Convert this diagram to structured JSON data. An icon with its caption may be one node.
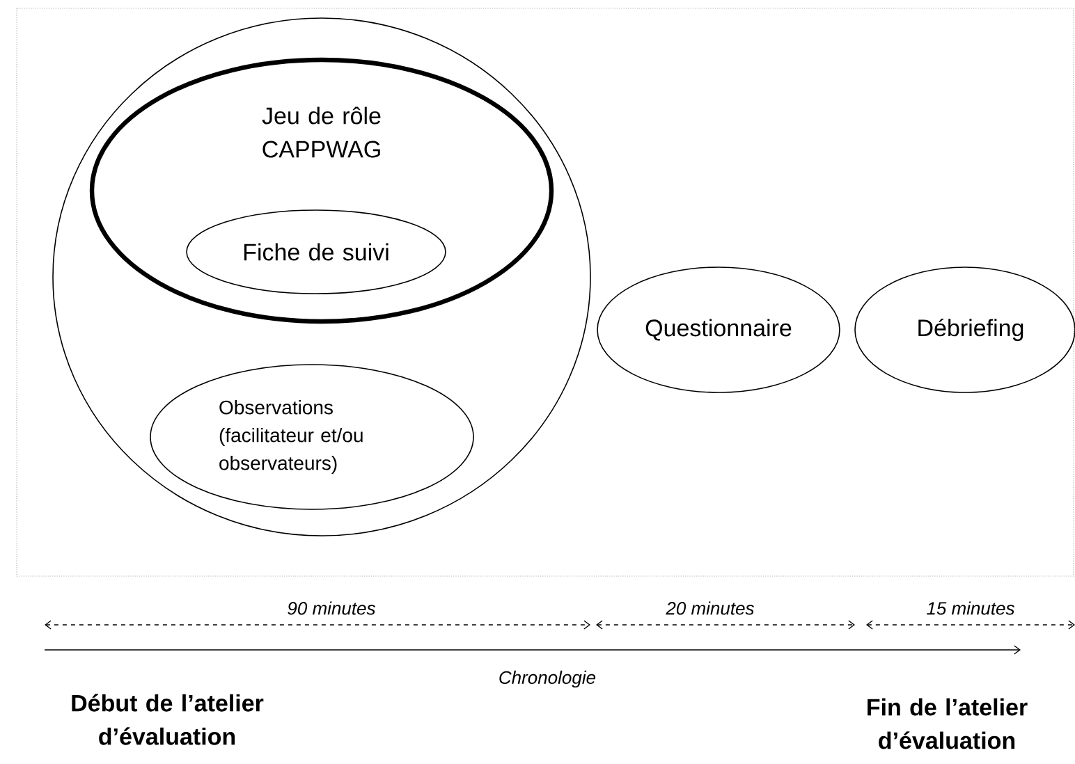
{
  "diagram": {
    "nodes": [
      {
        "text": [],
        "shape": "circle"
      },
      {
        "text": [
          "Jeu de rôle CAPPWAG"
        ],
        "in": 0
      },
      {
        "text": [
          "Fiche de suivi"
        ],
        "in": 1
      },
      {
        "text": [
          "Observations (facilitateur et/ou observateurs)"
        ],
        "in": 0
      },
      {
        "text": [
          "Questionnaire"
        ]
      },
      {
        "text": [
          "Débriefing"
        ]
      }
    ],
    "edges": [],
    "labels": [
      "90 minutes",
      "20 minutes",
      "15 minutes",
      "Chronologie",
      "Début de l’atelier d’évaluation",
      "Fin de l’atelier d’évaluation"
    ]
  }
}
